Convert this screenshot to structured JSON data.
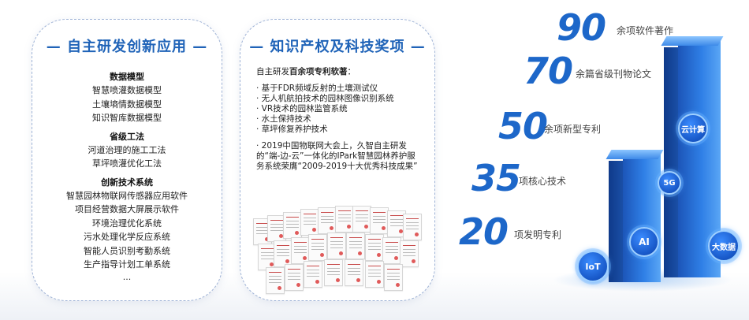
{
  "left_card": {
    "title": "— 自主研发创新应用 —",
    "sections": [
      {
        "title": "数据模型",
        "items": [
          "智慧喷灌数据模型",
          "土壤墒情数据模型",
          "知识智库数据模型"
        ]
      },
      {
        "title": "省级工法",
        "items": [
          "河道治理的施工工法",
          "草坪喷灌优化工法"
        ]
      },
      {
        "title": "创新技术系统",
        "items": [
          "智慧园林物联网传感器应用软件",
          "项目经营数据大屏展示软件",
          "环境治理优化系统",
          "污水处理化学反应系统",
          "智能人员识别考勤系统",
          "生产指导计划工单系统"
        ]
      }
    ],
    "ellipsis": "..."
  },
  "middle_card": {
    "title": "— 知识产权及科技奖项 —",
    "intro_prefix": "自主研发",
    "intro_bold": "百余项专利软著",
    "intro_suffix": "：",
    "bullets": [
      "· 基于FDR频域反射的土壤测试仪",
      "· 无人机航拍技术的园林图像识别系统",
      "· VR技术的园林监管系统",
      "· 水土保持技术",
      "· 草坪修复养护技术"
    ],
    "award": "· 2019中国物联网大会上，久智自主研发的“端-边-云”一体化的IPark智慧园林养护服务系统荣膺“2009-2019十大优秀科技成果”"
  },
  "stats": [
    {
      "number": "90",
      "label": "余项软件著作"
    },
    {
      "number": "70",
      "label": "余篇省级刊物论文"
    },
    {
      "number": "50",
      "label": "余项新型专利"
    },
    {
      "number": "35",
      "label": "项核心技术"
    },
    {
      "number": "20",
      "label": "项发明专利"
    }
  ],
  "tech_bubbles": [
    {
      "label": "云计算",
      "icon": "cloud-computing-icon"
    },
    {
      "label": "5G",
      "icon": "5g-icon"
    },
    {
      "label": "AI",
      "icon": "ai-icon"
    },
    {
      "label": "IoT",
      "icon": "iot-icon"
    },
    {
      "label": "大数据",
      "icon": "big-data-icon"
    }
  ],
  "colors": {
    "title_blue": "#1f63b8",
    "number_blue": "#1d67c9",
    "tower_blue": "#2f7fe6",
    "card_border": "#9fb3d6"
  }
}
